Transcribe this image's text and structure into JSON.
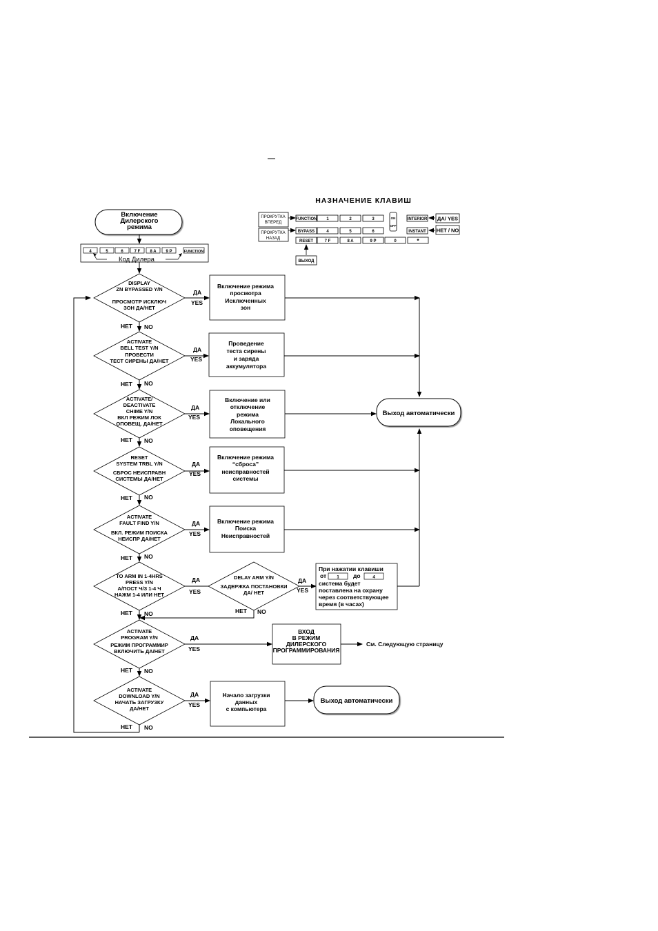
{
  "key_legend": {
    "title": "НАЗНАЧЕНИЕ КЛАВИШ",
    "scroll_forward": [
      "ПРОКРУТКА",
      "ВПЕРЕД"
    ],
    "scroll_back": [
      "ПРОКРУТКА",
      "НАЗАД"
    ],
    "exit": "ВЫХОД",
    "yes": "ДА/ YES",
    "no": "НЕТ / NO",
    "keys": {
      "function": "FUNCTION",
      "bypass": "BYPASS",
      "reset": "RESET",
      "interior": "INTERIOR",
      "instant": "INSTANT",
      "k1": "1",
      "k2": "2",
      "k3": "3",
      "k4": "4",
      "k5": "5",
      "k6": "6",
      "k7": "7 F",
      "k8": "8 A",
      "k9": "9 P",
      "k0": "0",
      "star": "*",
      "on": "ON",
      "off": "OFF"
    }
  },
  "start": {
    "lines": [
      "Включение",
      "Дилерского",
      "режима"
    ]
  },
  "dealer_code": {
    "label": "Код Дилера",
    "keys": [
      "4",
      "5",
      "6",
      "7 F",
      "8 A",
      "9 P"
    ],
    "function": "FUNCTION"
  },
  "labels": {
    "yes_ru": "ДА",
    "yes_en": "YES",
    "no_ru": "НЕТ",
    "no_en": "NO"
  },
  "decisions": [
    {
      "lines": [
        "DISPLAY",
        "ZN BYPASSED Y/N",
        "",
        "ПРОСМОТР ИСКЛЮЧ",
        "ЗОН ДА/НЕТ"
      ]
    },
    {
      "lines": [
        "ACTIVATE",
        "BELL TEST  Y/N",
        "ПРОВЕСТИ",
        "ТЕСТ СИРЕНЫ  ДА/НЕТ"
      ]
    },
    {
      "lines": [
        "ACTIVATE/",
        "DEACTIVATE",
        "CHIME  Y/N",
        "ВКЛ РЕЖИМ ЛОК",
        "ОПОВЕЩ.  ДА/НЕТ"
      ]
    },
    {
      "lines": [
        "RESET",
        "SYSTEM TRBL  Y/N",
        "СБРОС НЕИСПРАВН",
        "СИСТЕМЫ ДА/НЕТ"
      ]
    },
    {
      "lines": [
        "ACTIVATE",
        "FAULT FIND  Y/N",
        "ВКЛ. РЕЖИМ ПОИСКА",
        "НЕИСПР  ДА/НЕТ"
      ]
    },
    {
      "lines": [
        "TO ARM IN 1-4HRS",
        "PRESS  Y/N",
        "А/ПОСТ Ч/З  1-4 Ч",
        "НАЖМ 1-4 ИЛИ НЕТ"
      ]
    },
    {
      "lines": [
        "ACTIVATE",
        "PROGRAM Y/N",
        "РЕЖИМ ПРОГРАММИР",
        "ВКЛЮЧИТЬ  ДА/НЕТ"
      ]
    },
    {
      "lines": [
        "ACTIVATE",
        "DOWNLOAD  Y/N",
        "НАЧАТЬ ЗАГРУЗКУ",
        "ДА/НЕТ"
      ]
    }
  ],
  "delay_decision": {
    "lines": [
      "DELAY ARM  Y/N",
      "",
      "ЗАДЕРЖКА ПОСТАНОВКИ",
      "ДА/ НЕТ"
    ]
  },
  "actions": [
    {
      "lines": [
        "Включение режима",
        "просмотра",
        "Исключенных",
        "зон"
      ]
    },
    {
      "lines": [
        "Проведение",
        "теста сирены",
        "и заряда",
        "аккумулятора"
      ]
    },
    {
      "lines": [
        "Включение или",
        "отключение",
        "режима",
        "Локального",
        "оповещения"
      ]
    },
    {
      "lines": [
        "Включение режима",
        "“сброса”",
        "неисправностей",
        "системы"
      ]
    },
    {
      "lines": [
        "Включение режима",
        "Поиска",
        "Неисправностей"
      ]
    }
  ],
  "delay_action": {
    "line1": "При нажатии клавиши",
    "from": "от",
    "key_from": "1",
    "to": "до",
    "key_to": "4",
    "lines": [
      "система  будет",
      "поставлена на охрану",
      "через соответствующее",
      "время (в часах)"
    ]
  },
  "program_action": {
    "lines": [
      "ВХОД",
      "В РЕЖИМ",
      "ДИЛЕРСКОГО",
      "ПРОГРАММИРОВАНИЯ"
    ]
  },
  "next_page": "См. Следующую страницу",
  "download_action": {
    "lines": [
      "Начало загрузки",
      "данных",
      "с компьютера"
    ]
  },
  "auto_exit": "Выход автоматически"
}
